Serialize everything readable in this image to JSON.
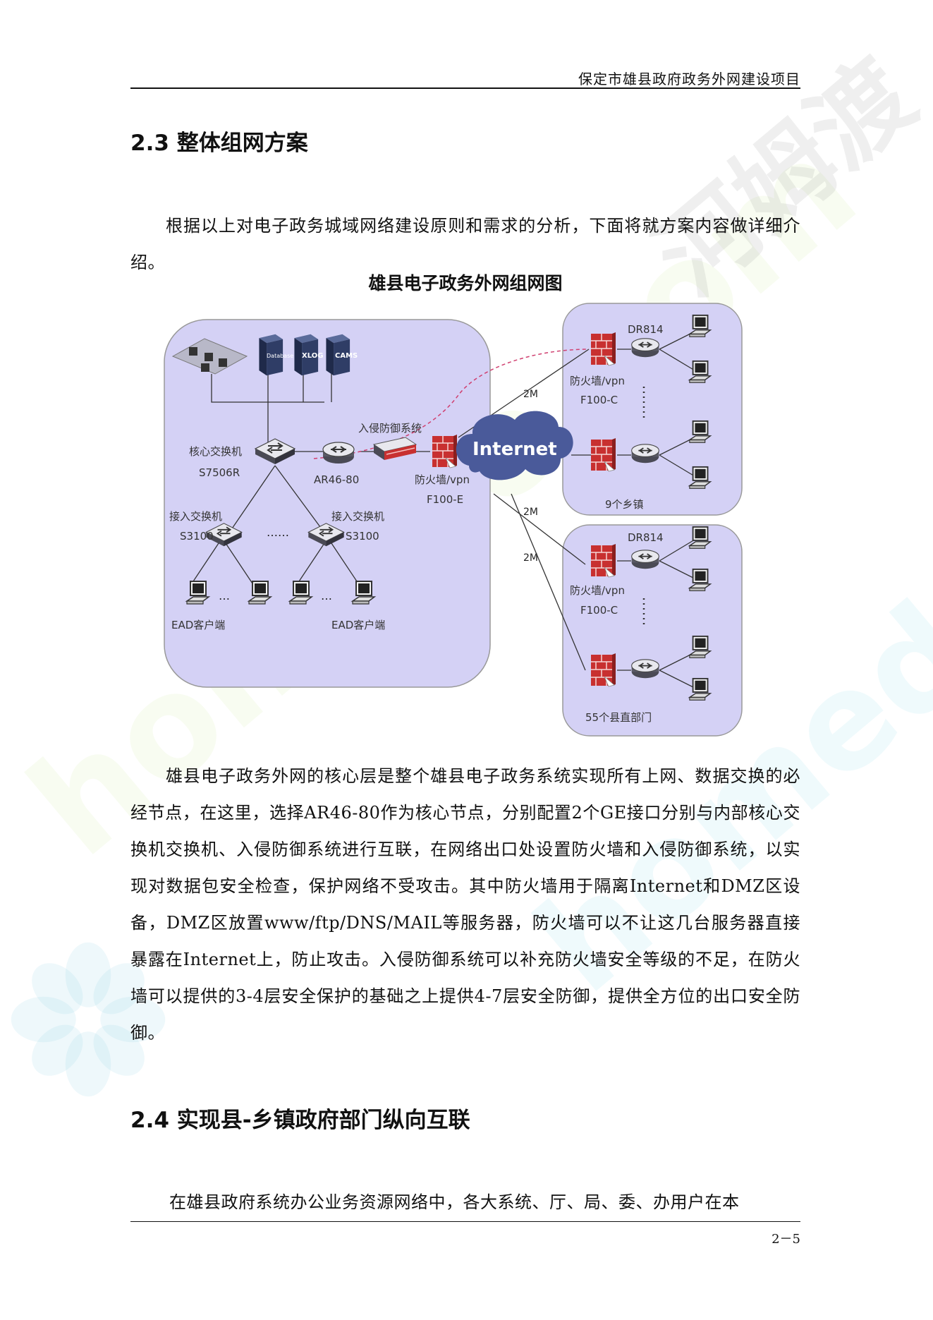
{
  "header": {
    "title": "保定市雄县政府政务外网建设项目"
  },
  "section_2_3": {
    "heading": "2.3  整体组网方案",
    "intro": "根据以上对电子政务城域网络建设原则和需求的分析，下面将就方案内容做详细介绍。",
    "figure": {
      "title": "雄县电子政务外网组网图",
      "labels": {
        "core_switch": "核心交换机",
        "core_switch_model": "S7506R",
        "router": "AR46-80",
        "ips": "入侵防御系统",
        "firewall_main": "防火墙/vpn",
        "firewall_main_model": "F100-E",
        "access_left": "接入交换机",
        "access_left_model": "S3100",
        "access_right": "接入交换机",
        "access_right_model": "S3100",
        "ellipsis": "……",
        "ead_left": "EAD客户端",
        "ead_right": "EAD客户端",
        "internet": "Internet",
        "server_xlog": "XLOG",
        "server_cams": "CAMS",
        "server_db": "Database",
        "link_2m_1": "2M",
        "link_2m_2": "2M",
        "link_2m_3": "2M",
        "top_router": "DR814",
        "top_fw": "防火墙/vpn",
        "top_fw_model": "F100-C",
        "top_group": "9个乡镇",
        "bottom_router": "DR814",
        "bottom_fw": "防火墙/vpn",
        "bottom_fw_model": "F100-C",
        "bottom_group": "55个县直部门"
      }
    },
    "body": "雄县电子政务外网的核心层是整个雄县电子政务系统实现所有上网、数据交换的必经节点，在这里，选择AR46-80作为核心节点，分别配置2个GE接口分别与内部核心交换机交换机、入侵防御系统进行互联，在网络出口处设置防火墙和入侵防御系统，以实现对数据包安全检查，保护网络不受攻击。其中防火墙用于隔离Internet和DMZ区设备，DMZ区放置www/ftp/DNS/MAIL等服务器，防火墙可以不让这几台服务器直接暴露在Internet上，防止攻击。入侵防御系统可以补充防火墙安全等级的不足，在防火墙可以提供的3-4层安全保护的基础之上提供4-7层安全防御，提供全方位的出口安全防御。"
  },
  "section_2_4": {
    "heading": "2.4 实现县-乡镇政府部门纵向互联",
    "body": "在雄县政府系统办公业务资源网络中，各大系统、厅、局、委、办用户在本"
  },
  "footer": {
    "page": "2－5"
  },
  "watermark": {
    "text_latin": "homedo.com",
    "text_cn": "河姆渡"
  },
  "colors": {
    "diagram_panel": "#d4d1f5",
    "firewall_red": "#c83030",
    "internet_cloud": "#4a5a9a"
  }
}
